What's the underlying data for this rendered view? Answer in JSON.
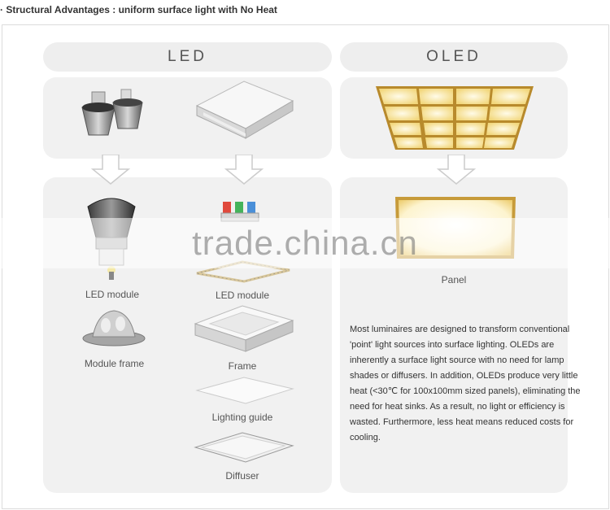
{
  "heading": "· Structural Advantages : uniform surface light with No Heat",
  "led": {
    "title": "LED",
    "left_labels": [
      "LED module",
      "Module frame"
    ],
    "right_labels": [
      "LED module",
      "Frame",
      "Lighting guide",
      "Diffuser"
    ]
  },
  "oled": {
    "title": "OLED",
    "panel_label": "Panel",
    "description": "Most luminaires are designed to transform conventional 'point' light sources into surface lighting. OLEDs are inherently a surface light source with no need for lamp shades or diffusers. In addition, OLEDs produce very little heat (<30℃ for 100x100mm sized panels), eliminating the need for heat sinks. As a result, no light or efficiency is wasted. Furthermore, less heat means reduced costs for cooling."
  },
  "watermark": "trade.china.cn"
}
